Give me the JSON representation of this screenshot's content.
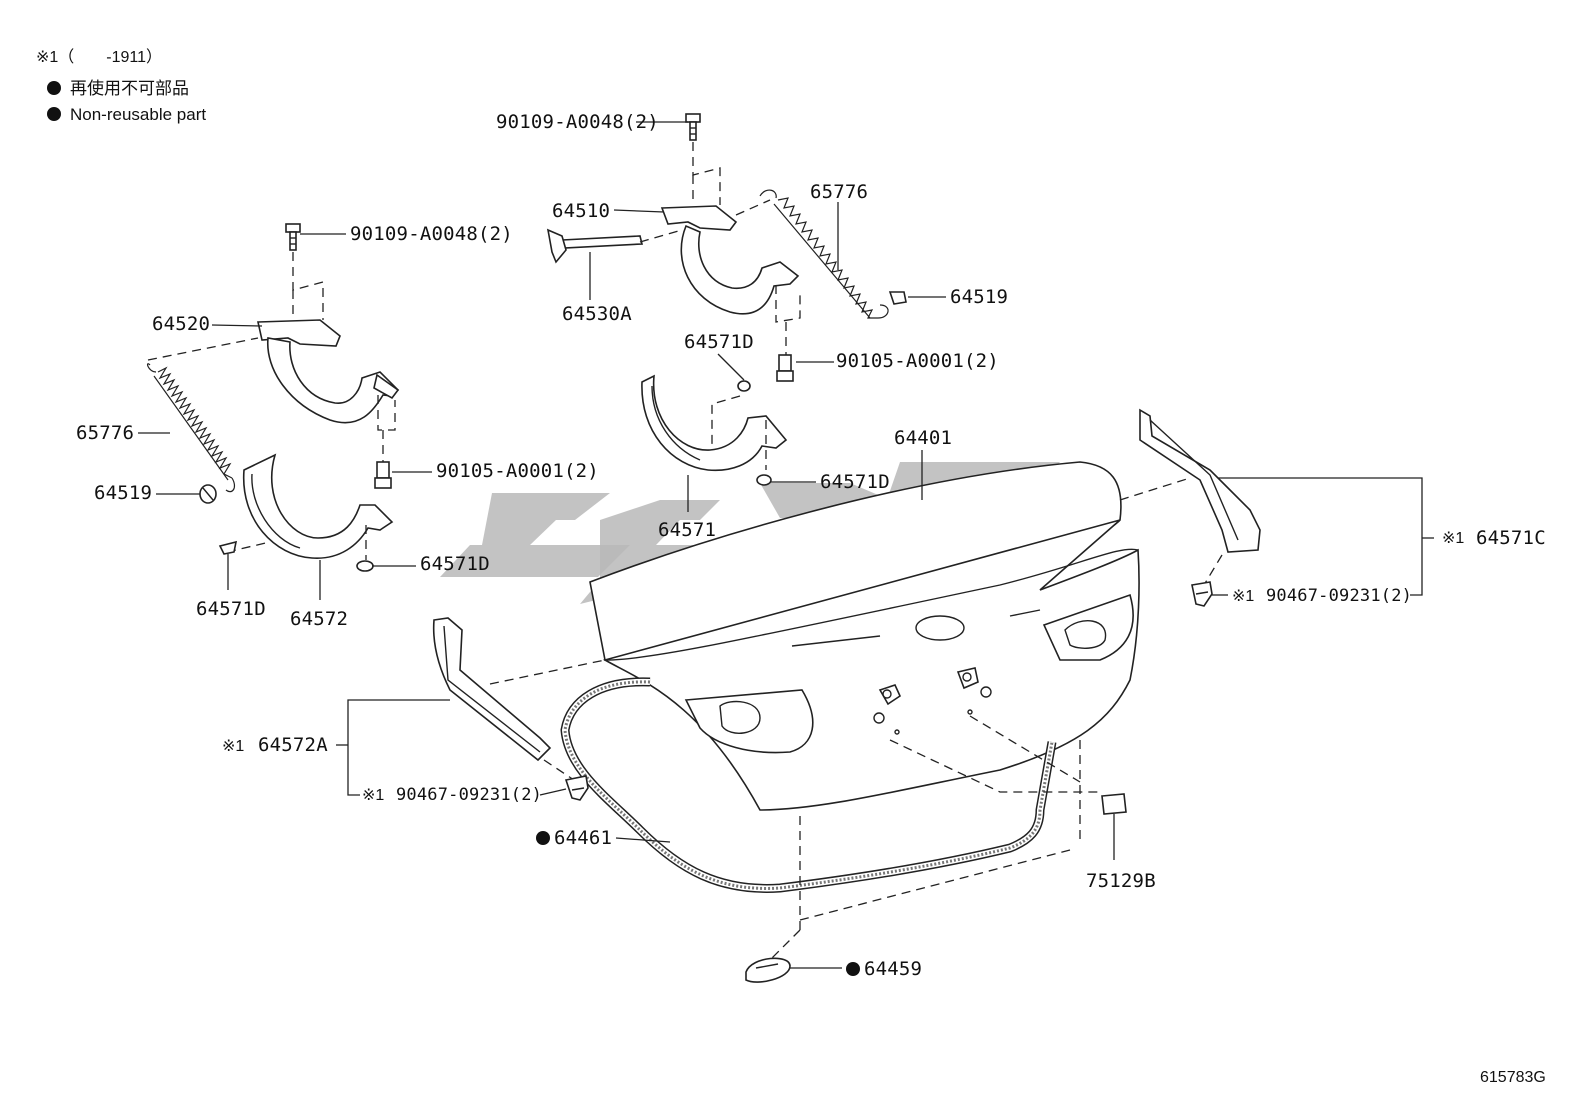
{
  "header": {
    "applicability": "※1（　　-1911）",
    "legend_jp": "再使用不可部品",
    "legend_en": "Non-reusable part"
  },
  "figure_id": "615783G",
  "watermark_text": "دیدگ",
  "callouts": {
    "bolt_top": "90109-A0048(2)",
    "hinge_right": "64510",
    "spring_right": "65776",
    "torsion_bar": "64530A",
    "clip_right_top": "64519",
    "cover_clip_a": "64571D",
    "bolt_right_mid": "90105-A0001(2)",
    "cover_clip_b": "64571D",
    "cover_right": "64571",
    "bolt_left_top": "90109-A0048(2)",
    "hinge_left": "64520",
    "spring_left": "65776",
    "clip_left": "64519",
    "bolt_left_mid": "90105-A0001(2)",
    "cover_clip_c": "64571D",
    "cover_clip_d": "64571D",
    "cover_left": "64572",
    "trunk_lid": "64401",
    "garnish_right_note": "※1",
    "garnish_right": "64571C",
    "clip_right_note": "※1",
    "clip_right": "90467-09231(2)",
    "garnish_left_note": "※1",
    "garnish_left": "64572A",
    "clip_left_note": "※1",
    "clip_left_bottom": "90467-09231(2)",
    "weatherstrip": "64461",
    "plug": "75129B",
    "stopper": "64459"
  }
}
